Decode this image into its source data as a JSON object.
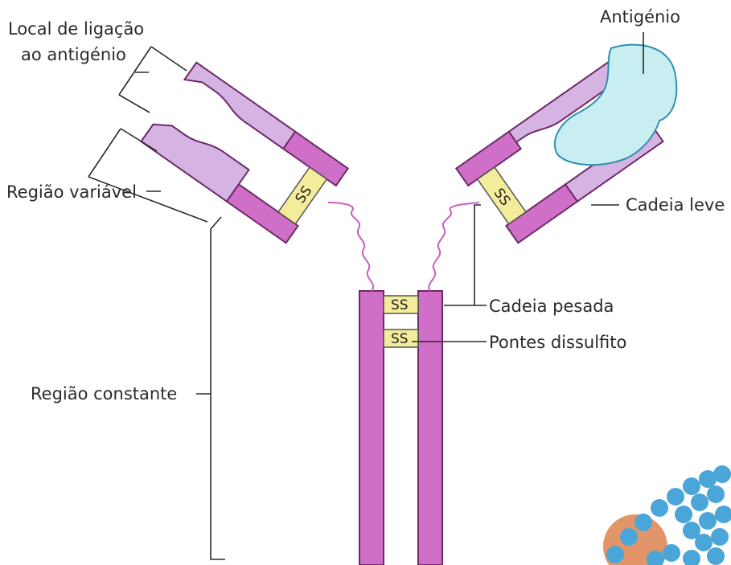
{
  "labels": {
    "binding_site_line1": "Local de ligação",
    "binding_site_line2": "ao antigénio",
    "variable_region": "Região variável",
    "constant_region": "Região constante",
    "antigen": "Antigénio",
    "light_chain": "Cadeia leve",
    "heavy_chain": "Cadeia pesada",
    "disulfide_bridges": "Pontes dissulfito"
  },
  "bonds": {
    "ss": "SS"
  },
  "colors": {
    "heavy_chain": "#cf6fc8",
    "light_chain": "#d5b3e3",
    "disulfide": "#f3ec9a",
    "antigen": "#c8eef2"
  }
}
